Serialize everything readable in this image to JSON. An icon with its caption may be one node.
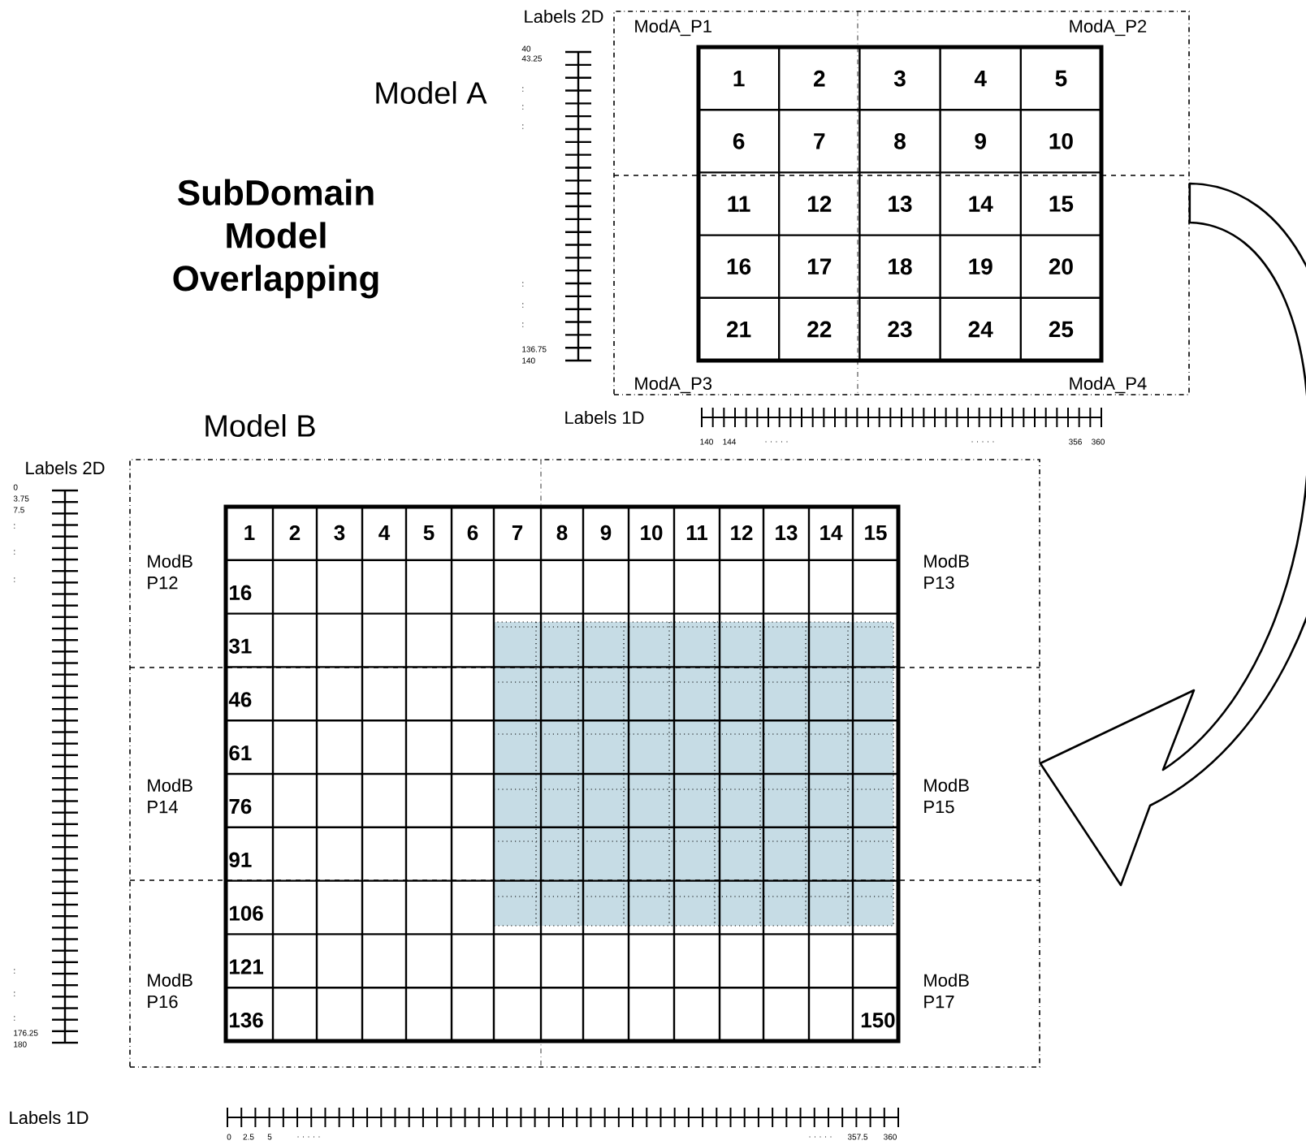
{
  "diagram": {
    "title": "SubDomain Model Overlapping",
    "nodes": [
      {
        "text": [
          "ModA_P1",
          "ModA_P2",
          "ModA_P3",
          "ModA_P4"
        ]
      },
      {
        "text": [
          "ModB P12",
          "ModB P13",
          "ModB P14",
          "ModB P15",
          "ModB P16",
          "ModB P17"
        ]
      }
    ],
    "edges": [
      {
        "from": 0,
        "to": 1,
        "arrow": "to"
      }
    ],
    "labels": [
      "Labels 2D",
      "40",
      "43.25",
      ":",
      ":",
      ":",
      ":",
      ":",
      ":",
      "136.75",
      "140",
      "1",
      "2",
      "3",
      "4",
      "5",
      "6",
      "7",
      "8",
      "9",
      "10",
      "11",
      "12",
      "13",
      "14",
      "15",
      "16",
      "17",
      "18",
      "19",
      "20",
      "21",
      "22",
      "23",
      "24",
      "25",
      "Labels 1D",
      "140",
      "144",
      ". . . . .",
      ". . . . .",
      "356",
      "360",
      "Labels 2D",
      "0",
      "3.75",
      "7.5",
      ":",
      ":",
      ":",
      ":",
      ":",
      ":",
      "176.25",
      "180",
      "1",
      "2",
      "3",
      "4",
      "5",
      "6",
      "7",
      "8",
      "9",
      "10",
      "11",
      "12",
      "13",
      "14",
      "15",
      "16",
      "31",
      "46",
      "61",
      "76",
      "91",
      "106",
      "121",
      "136",
      "150",
      "Labels 1D",
      "0",
      "2.5",
      "5",
      ". . . . .",
      ". . . . .",
      "357.5",
      "360",
      "Model A",
      "Model B"
    ]
  }
}
